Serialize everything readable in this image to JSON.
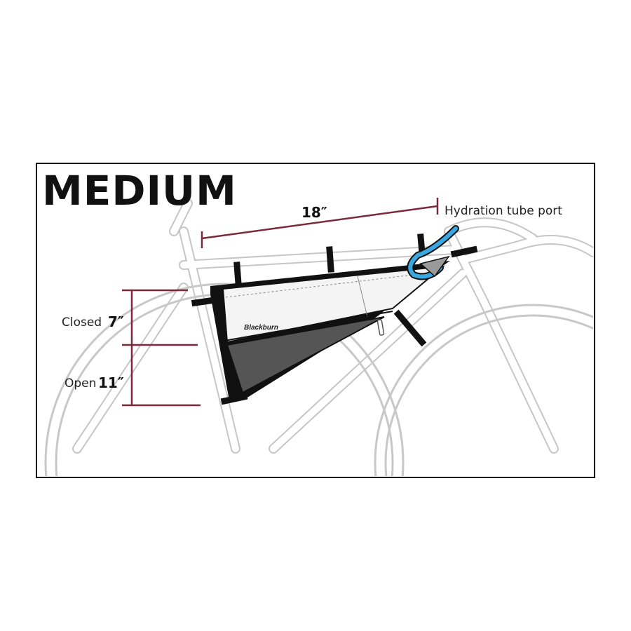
{
  "size_title": "MEDIUM",
  "dimensions": {
    "length": "18″",
    "closed_label": "Closed",
    "closed_value": "7″",
    "open_label": "Open",
    "open_value": "11″"
  },
  "callouts": {
    "hydration_port": "Hydration tube port"
  },
  "brand_logo_text": "Blackburn",
  "colors": {
    "dimension_line": "#7a2a3a",
    "frame_line": "#c4c4c4",
    "hydration_tube": "#3aa8e0",
    "bag_mesh": "#555555",
    "bag_body": "#f4f4f4",
    "strap": "#111111"
  }
}
